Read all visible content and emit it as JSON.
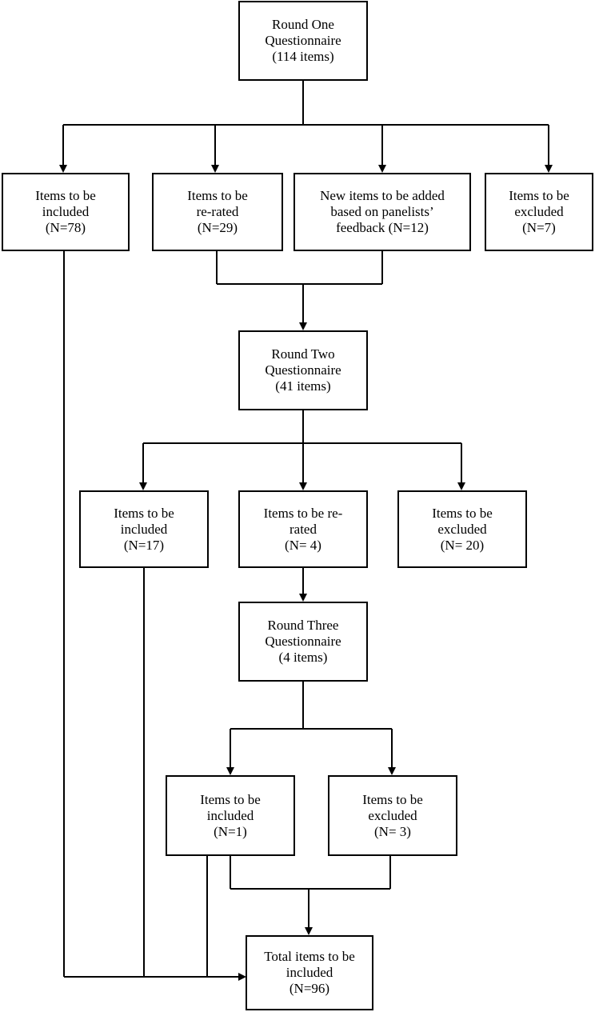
{
  "boxes": {
    "round1": {
      "lines": [
        "Round One",
        "Questionnaire",
        "(114 items)"
      ]
    },
    "r1_included": {
      "lines": [
        "Items to be",
        "included",
        "(N=78)"
      ]
    },
    "r1_rerated": {
      "lines": [
        "Items to be",
        "re-rated",
        "(N=29)"
      ]
    },
    "r1_new": {
      "lines": [
        "New items to be added",
        "based on panelists’",
        "feedback (N=12)"
      ]
    },
    "r1_excluded": {
      "lines": [
        "Items to be",
        "excluded",
        "(N=7)"
      ]
    },
    "round2": {
      "lines": [
        "Round Two",
        "Questionnaire",
        "(41 items)"
      ]
    },
    "r2_included": {
      "lines": [
        "Items to be",
        "included",
        "(N=17)"
      ]
    },
    "r2_rerated": {
      "lines": [
        "Items to be re-",
        "rated",
        "(N= 4)"
      ]
    },
    "r2_excluded": {
      "lines": [
        "Items to be",
        "excluded",
        "(N= 20)"
      ]
    },
    "round3": {
      "lines": [
        "Round Three",
        "Questionnaire",
        "(4 items)"
      ]
    },
    "r3_included": {
      "lines": [
        "Items to be",
        "included",
        "(N=1)"
      ]
    },
    "r3_excluded": {
      "lines": [
        "Items to be",
        "excluded",
        "(N= 3)"
      ]
    },
    "total": {
      "lines": [
        "Total items to be",
        "included",
        "(N=96)"
      ]
    }
  }
}
